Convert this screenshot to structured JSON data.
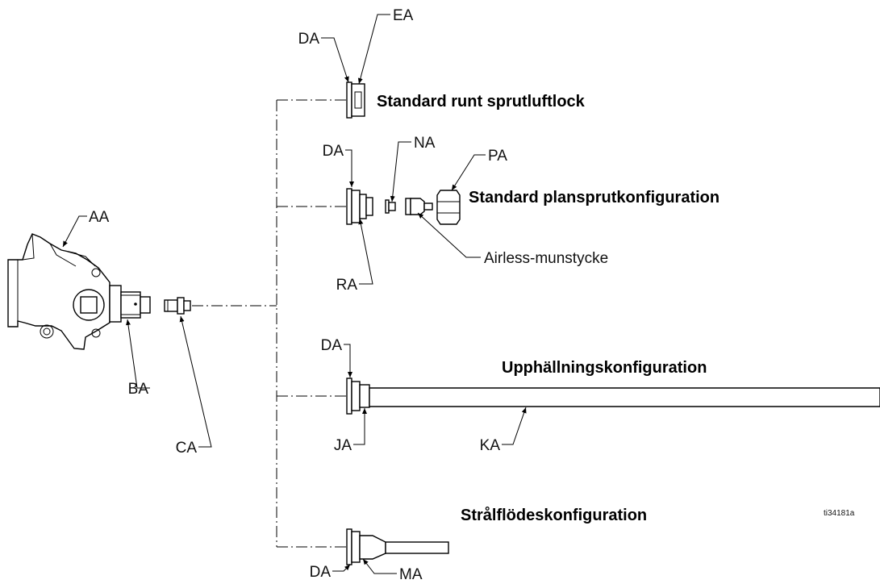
{
  "labels": {
    "aa": "AA",
    "ba": "BA",
    "ca": "CA",
    "da_top": "DA",
    "ea": "EA",
    "da_flat": "DA",
    "na": "NA",
    "pa": "PA",
    "ra": "RA",
    "airless": "Airless-munstycke",
    "da_pour": "DA",
    "ja": "JA",
    "ka": "KA",
    "da_stream": "DA",
    "ma": "MA"
  },
  "titles": {
    "round": "Standard runt sprutluftlock",
    "flat": "Standard plansprutkonfiguration",
    "pour": "Upphällningskonfiguration",
    "stream": "Strålflödeskonfiguration"
  },
  "figure_ref": "ti34181a"
}
